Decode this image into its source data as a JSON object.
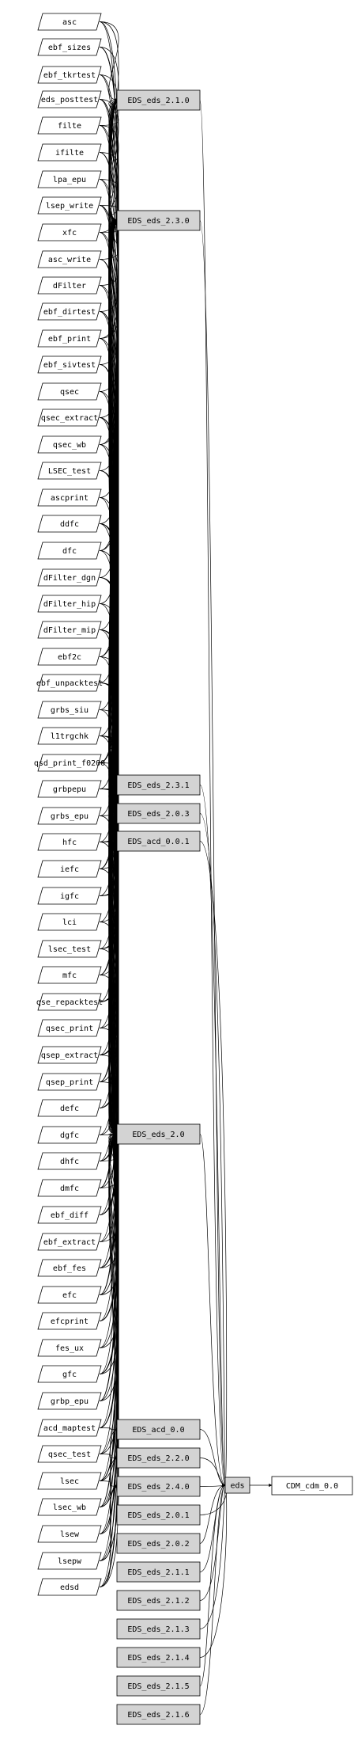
{
  "diagram": {
    "sources": [
      "asc",
      "ebf_sizes",
      "ebf_tkrtest",
      "eds_posttest",
      "filte",
      "ifilte",
      "lpa_epu",
      "lsep_write",
      "xfc",
      "asc_write",
      "dFilter",
      "ebf_dirtest",
      "ebf_print",
      "ebf_sivtest",
      "qsec",
      "qsec_extract",
      "qsec_wb",
      "LSEC_test",
      "ascprint",
      "ddfc",
      "dfc",
      "dFilter_dgn",
      "dFilter_hip",
      "dFilter_mip",
      "ebf2c",
      "ebf_unpacktest",
      "grbs_siu",
      "l1trgchk",
      "qsd_print_f0200",
      "grbpepu",
      "grbs_epu",
      "hfc",
      "iefc",
      "igfc",
      "lci",
      "lsec_test",
      "mfc",
      "qse_repacktest",
      "qsec_print",
      "qsep_extract",
      "qsep_print",
      "defc",
      "dgfc",
      "dhfc",
      "dmfc",
      "ebf_diff",
      "ebf_extract",
      "ebf_fes",
      "efc",
      "efcprint",
      "fes_ux",
      "gfc",
      "grbp_epu",
      "acd_maptest",
      "qsec_test",
      "lsec",
      "lsec_wb",
      "lsew",
      "lsepw",
      "edsd"
    ],
    "packages": [
      "EDS_eds_2.1.0",
      "EDS_eds_2.3.0",
      "EDS_eds_2.3.1",
      "EDS_eds_2.0.3",
      "EDS_acd_0.0.1",
      "EDS_eds_2.0",
      "EDS_acd_0.0",
      "EDS_eds_2.2.0",
      "EDS_eds_2.4.0",
      "EDS_eds_2.0.1",
      "EDS_eds_2.0.2",
      "EDS_eds_2.1.1",
      "EDS_eds_2.1.2",
      "EDS_eds_2.1.3",
      "EDS_eds_2.1.4",
      "EDS_eds_2.1.5",
      "EDS_eds_2.1.6"
    ],
    "hub": "eds",
    "target": "CDM_cdm_0.0"
  }
}
